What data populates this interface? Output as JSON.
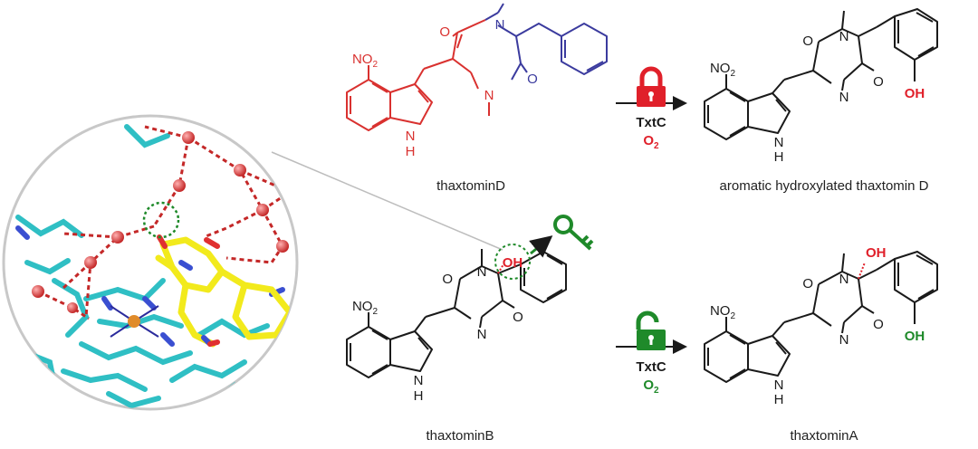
{
  "colors": {
    "indole_red": "#d9312f",
    "benzyl_blue": "#3b3b9e",
    "highlight_red": "#e0202a",
    "highlight_green": "#1f8a2a",
    "black": "#1a1a1a",
    "ligand_yellow": "#f2ea1c",
    "protein_cyan": "#2fbfc4",
    "water_red": "#d94040",
    "iron_orange": "#e08b2a"
  },
  "icons": {
    "top_lock": "locked-padlock-icon",
    "bottom_lock": "unlocked-padlock-icon",
    "key": "key-icon"
  },
  "atoms": {
    "no2": "NO",
    "no2_sub": "2",
    "nh_n": "N",
    "nh_h": "H",
    "n": "N",
    "o": "O",
    "oh": "OH",
    "oh_o": "O",
    "oh_h": "H"
  },
  "reactions": {
    "top": {
      "enzyme": "TxtC",
      "oxidant": "O",
      "oxidant_sub": "2",
      "substrate": "thaxtominD",
      "product": "aromatic hydroxylated thaxtomin D"
    },
    "bottom": {
      "enzyme": "TxtC",
      "oxidant": "O",
      "oxidant_sub": "2",
      "substrate": "thaxtominB",
      "product": "thaxtominA"
    }
  }
}
